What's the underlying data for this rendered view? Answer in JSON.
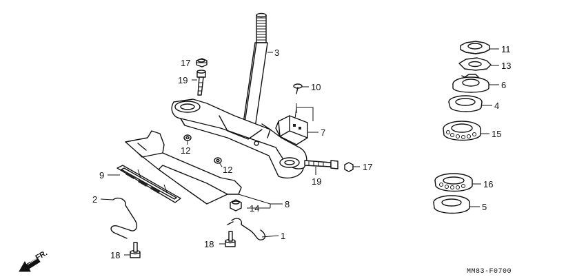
{
  "callouts": [
    {
      "id": "c3",
      "label": "3"
    },
    {
      "id": "c17a",
      "label": "17"
    },
    {
      "id": "c19a",
      "label": "19"
    },
    {
      "id": "c10",
      "label": "10"
    },
    {
      "id": "c7",
      "label": "7"
    },
    {
      "id": "c12a",
      "label": "12"
    },
    {
      "id": "c12b",
      "label": "12"
    },
    {
      "id": "c19b",
      "label": "19"
    },
    {
      "id": "c17b",
      "label": "17"
    },
    {
      "id": "c9",
      "label": "9"
    },
    {
      "id": "c2",
      "label": "2"
    },
    {
      "id": "c8",
      "label": "8"
    },
    {
      "id": "c14",
      "label": "14"
    },
    {
      "id": "c1",
      "label": "1"
    },
    {
      "id": "c18a",
      "label": "18"
    },
    {
      "id": "c18b",
      "label": "18"
    },
    {
      "id": "c11",
      "label": "11"
    },
    {
      "id": "c13",
      "label": "13"
    },
    {
      "id": "c6",
      "label": "6"
    },
    {
      "id": "c4",
      "label": "4"
    },
    {
      "id": "c15",
      "label": "15"
    },
    {
      "id": "c16",
      "label": "16"
    },
    {
      "id": "c5",
      "label": "5"
    }
  ],
  "direction_label": "FR.",
  "diagram_code": "MM83-F0700"
}
